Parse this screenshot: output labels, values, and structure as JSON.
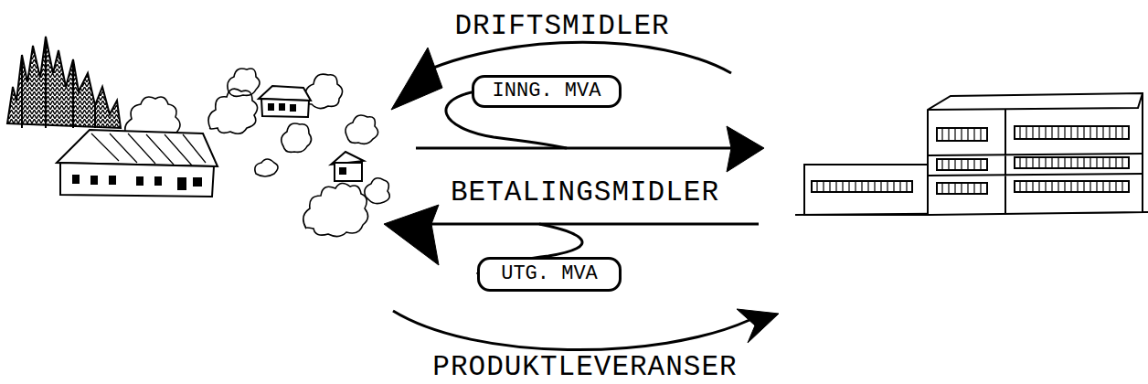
{
  "diagram": {
    "nodes": [
      {
        "text": [
          "INNG. MVA"
        ]
      },
      {
        "text": [
          "UTG. MVA"
        ]
      }
    ],
    "labels": [
      "DRIFTSMIDLER",
      "BETALINGSMIDLER",
      "PRODUKTLEVERANSER"
    ]
  }
}
